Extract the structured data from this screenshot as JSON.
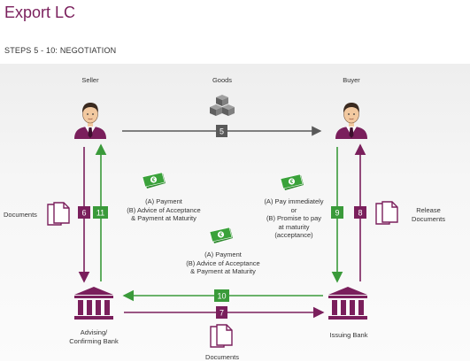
{
  "page": {
    "title": "Export LC",
    "subtitle": "STEPS 5 - 10: NEGOTIATION"
  },
  "parties": {
    "seller": "Seller",
    "buyer": "Buyer",
    "advising_bank": [
      "Advising/",
      "Confirming Bank"
    ],
    "issuing_bank": "Issuing Bank"
  },
  "labels": {
    "goods": "Goods",
    "documents_left": "Documents",
    "documents_bottom": "Documents",
    "release_documents": [
      "Release",
      "Documents"
    ],
    "payment_left": [
      "(A) Payment",
      "(B) Advice of Acceptance",
      "& Payment at Maturity"
    ],
    "payment_center": [
      "(A) Payment",
      "(B) Advice of Acceptance",
      "& Payment at Maturity"
    ],
    "payment_right": [
      "(A)  Pay immediately",
      "or",
      "(B)  Promise to pay",
      "at maturity",
      "(acceptance)"
    ]
  },
  "steps": {
    "s5": "5",
    "s6": "6",
    "s7": "7",
    "s8": "8",
    "s9": "9",
    "s10": "10",
    "s11": "11"
  },
  "colors": {
    "purple": "#7a1f5c",
    "green": "#3a9a3a",
    "gray": "#595959",
    "money": "#3aa23a"
  }
}
